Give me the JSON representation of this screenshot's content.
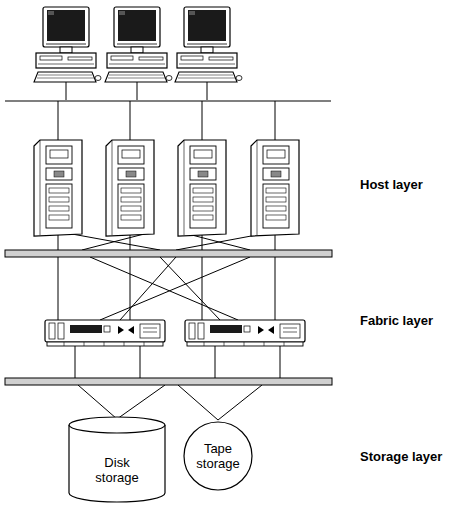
{
  "diagram": {
    "nodes": [
      {
        "text": [
          "Disk storage"
        ]
      },
      {
        "text": [
          "Tape storage"
        ]
      }
    ],
    "labels": [
      "Host layer",
      "Fabric layer",
      "Storage layer"
    ]
  }
}
